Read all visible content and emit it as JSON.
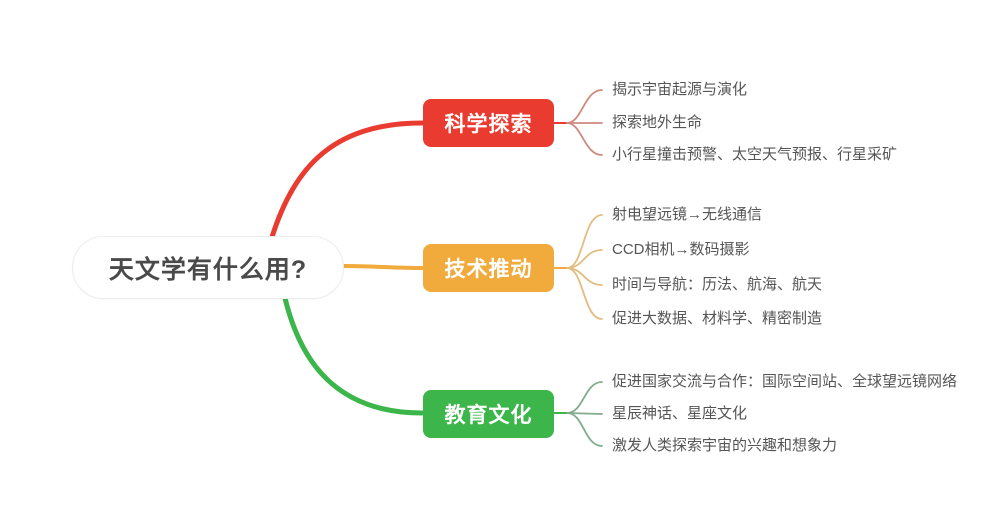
{
  "root": {
    "label": "天文学有什么用?"
  },
  "branches": [
    {
      "label": "科学探索",
      "color": "#e93b30",
      "line_color": "#cf8a80",
      "leaves": [
        "揭示宇宙起源与演化",
        "探索地外生命",
        "小行星撞击预警、太空天气预报、行星采矿"
      ]
    },
    {
      "label": "技术推动",
      "color": "#f0ab3c",
      "line_color": "#e3bd80",
      "leaves": [
        "射电望远镜→无线通信",
        "CCD相机→数码摄影",
        "时间与导航：历法、航海、航天",
        "促进大数据、材料学、精密制造"
      ]
    },
    {
      "label": "教育文化",
      "color": "#3cb54a",
      "line_color": "#82ab8b",
      "leaves": [
        "促进国家交流与合作：国际空间站、全球望远镜网络",
        "星辰神话、星座文化",
        "激发人类探索宇宙的兴趣和想象力"
      ]
    }
  ],
  "palette": {
    "canvas_bg": "#ffffff",
    "root_text": "#4a4a4a",
    "leaf_text": "#555555",
    "root_border": "#ececec"
  }
}
